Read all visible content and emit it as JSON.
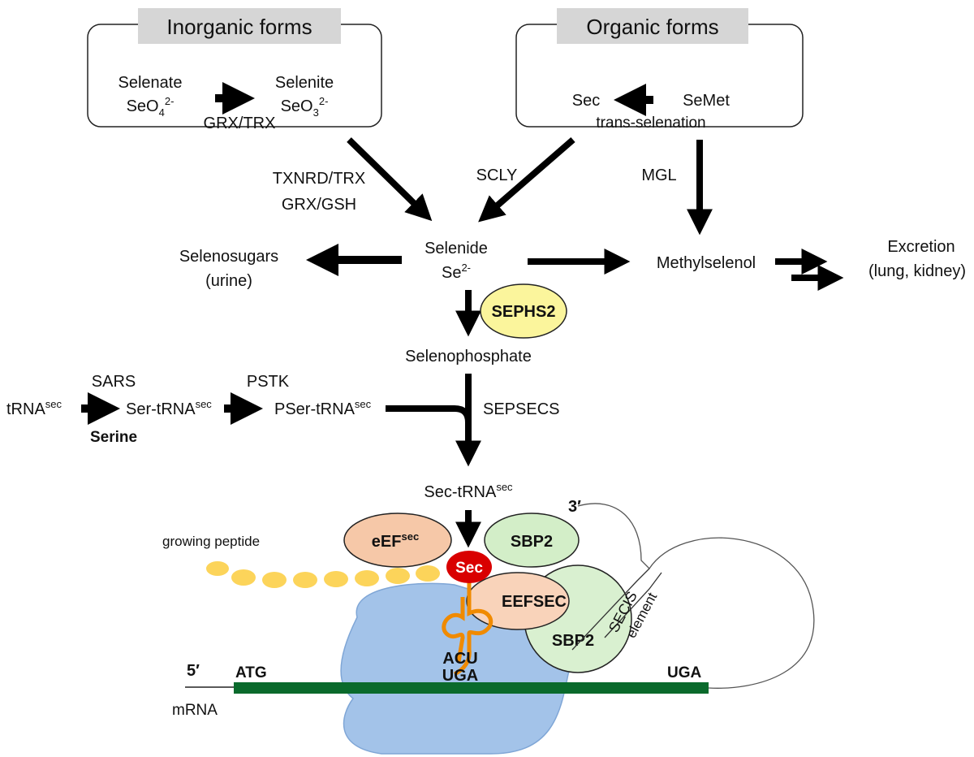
{
  "inorganic": {
    "title": "Inorganic forms",
    "selenate": "Selenate",
    "selenate_formula": "SeO",
    "selenate_sub": "4",
    "selenate_sup": "2-",
    "selenite": "Selenite",
    "selenite_formula": "SeO",
    "selenite_sub": "3",
    "selenite_sup": "2-",
    "enzyme": "GRX/TRX"
  },
  "organic": {
    "title": "Organic forms",
    "sec": "Sec",
    "semet": "SeMet",
    "process": "trans-selenation"
  },
  "enzymes": {
    "txnrd": "TXNRD/TRX",
    "grx": "GRX/GSH",
    "scly": "SCLY",
    "mgl": "MGL",
    "sephs2": "SEPHS2",
    "sars": "SARS",
    "pstk": "PSTK",
    "sepsecs": "SEPSECS",
    "eefsec_a": "eEF",
    "eefsec_sup": "sec",
    "sbp2": "SBP2"
  },
  "metabolites": {
    "selenide": "Selenide",
    "selenide_formula": "Se",
    "selenide_sup": "2-",
    "selenosugars": "Selenosugars",
    "urine": "(urine)",
    "methylselenol": "Methylselenol",
    "excretion": "Excretion",
    "excretion_route": "(lung, kidney)",
    "selenophosphate": "Selenophosphate",
    "trna": "tRNA",
    "sec_sup": "sec",
    "serine": "Serine",
    "ser_trna": "Ser-tRNA",
    "pser_trna": "PSer-tRNA",
    "sec_trna": "Sec-tRNA"
  },
  "translation": {
    "three_prime": "3′",
    "five_prime": "5′",
    "growing_peptide": "growing peptide",
    "sec": "Sec",
    "eefsec": "EEFSEC",
    "sbp2": "SBP2",
    "secis": "SECIS",
    "element": "element",
    "anticodon": "ACU",
    "codon": "UGA",
    "start": "ATG",
    "stop": "UGA",
    "mrna": "mRNA"
  },
  "colors": {
    "sephs2": "#fbf59c",
    "eefsec": "#f6c8a8",
    "sbp2": "#d3eec8",
    "sec": "#d90000",
    "peptide": "#fcd45a",
    "ribosome": "#a3c3e9",
    "mrna": "#0a6a2c",
    "trna": "#f08a00"
  }
}
